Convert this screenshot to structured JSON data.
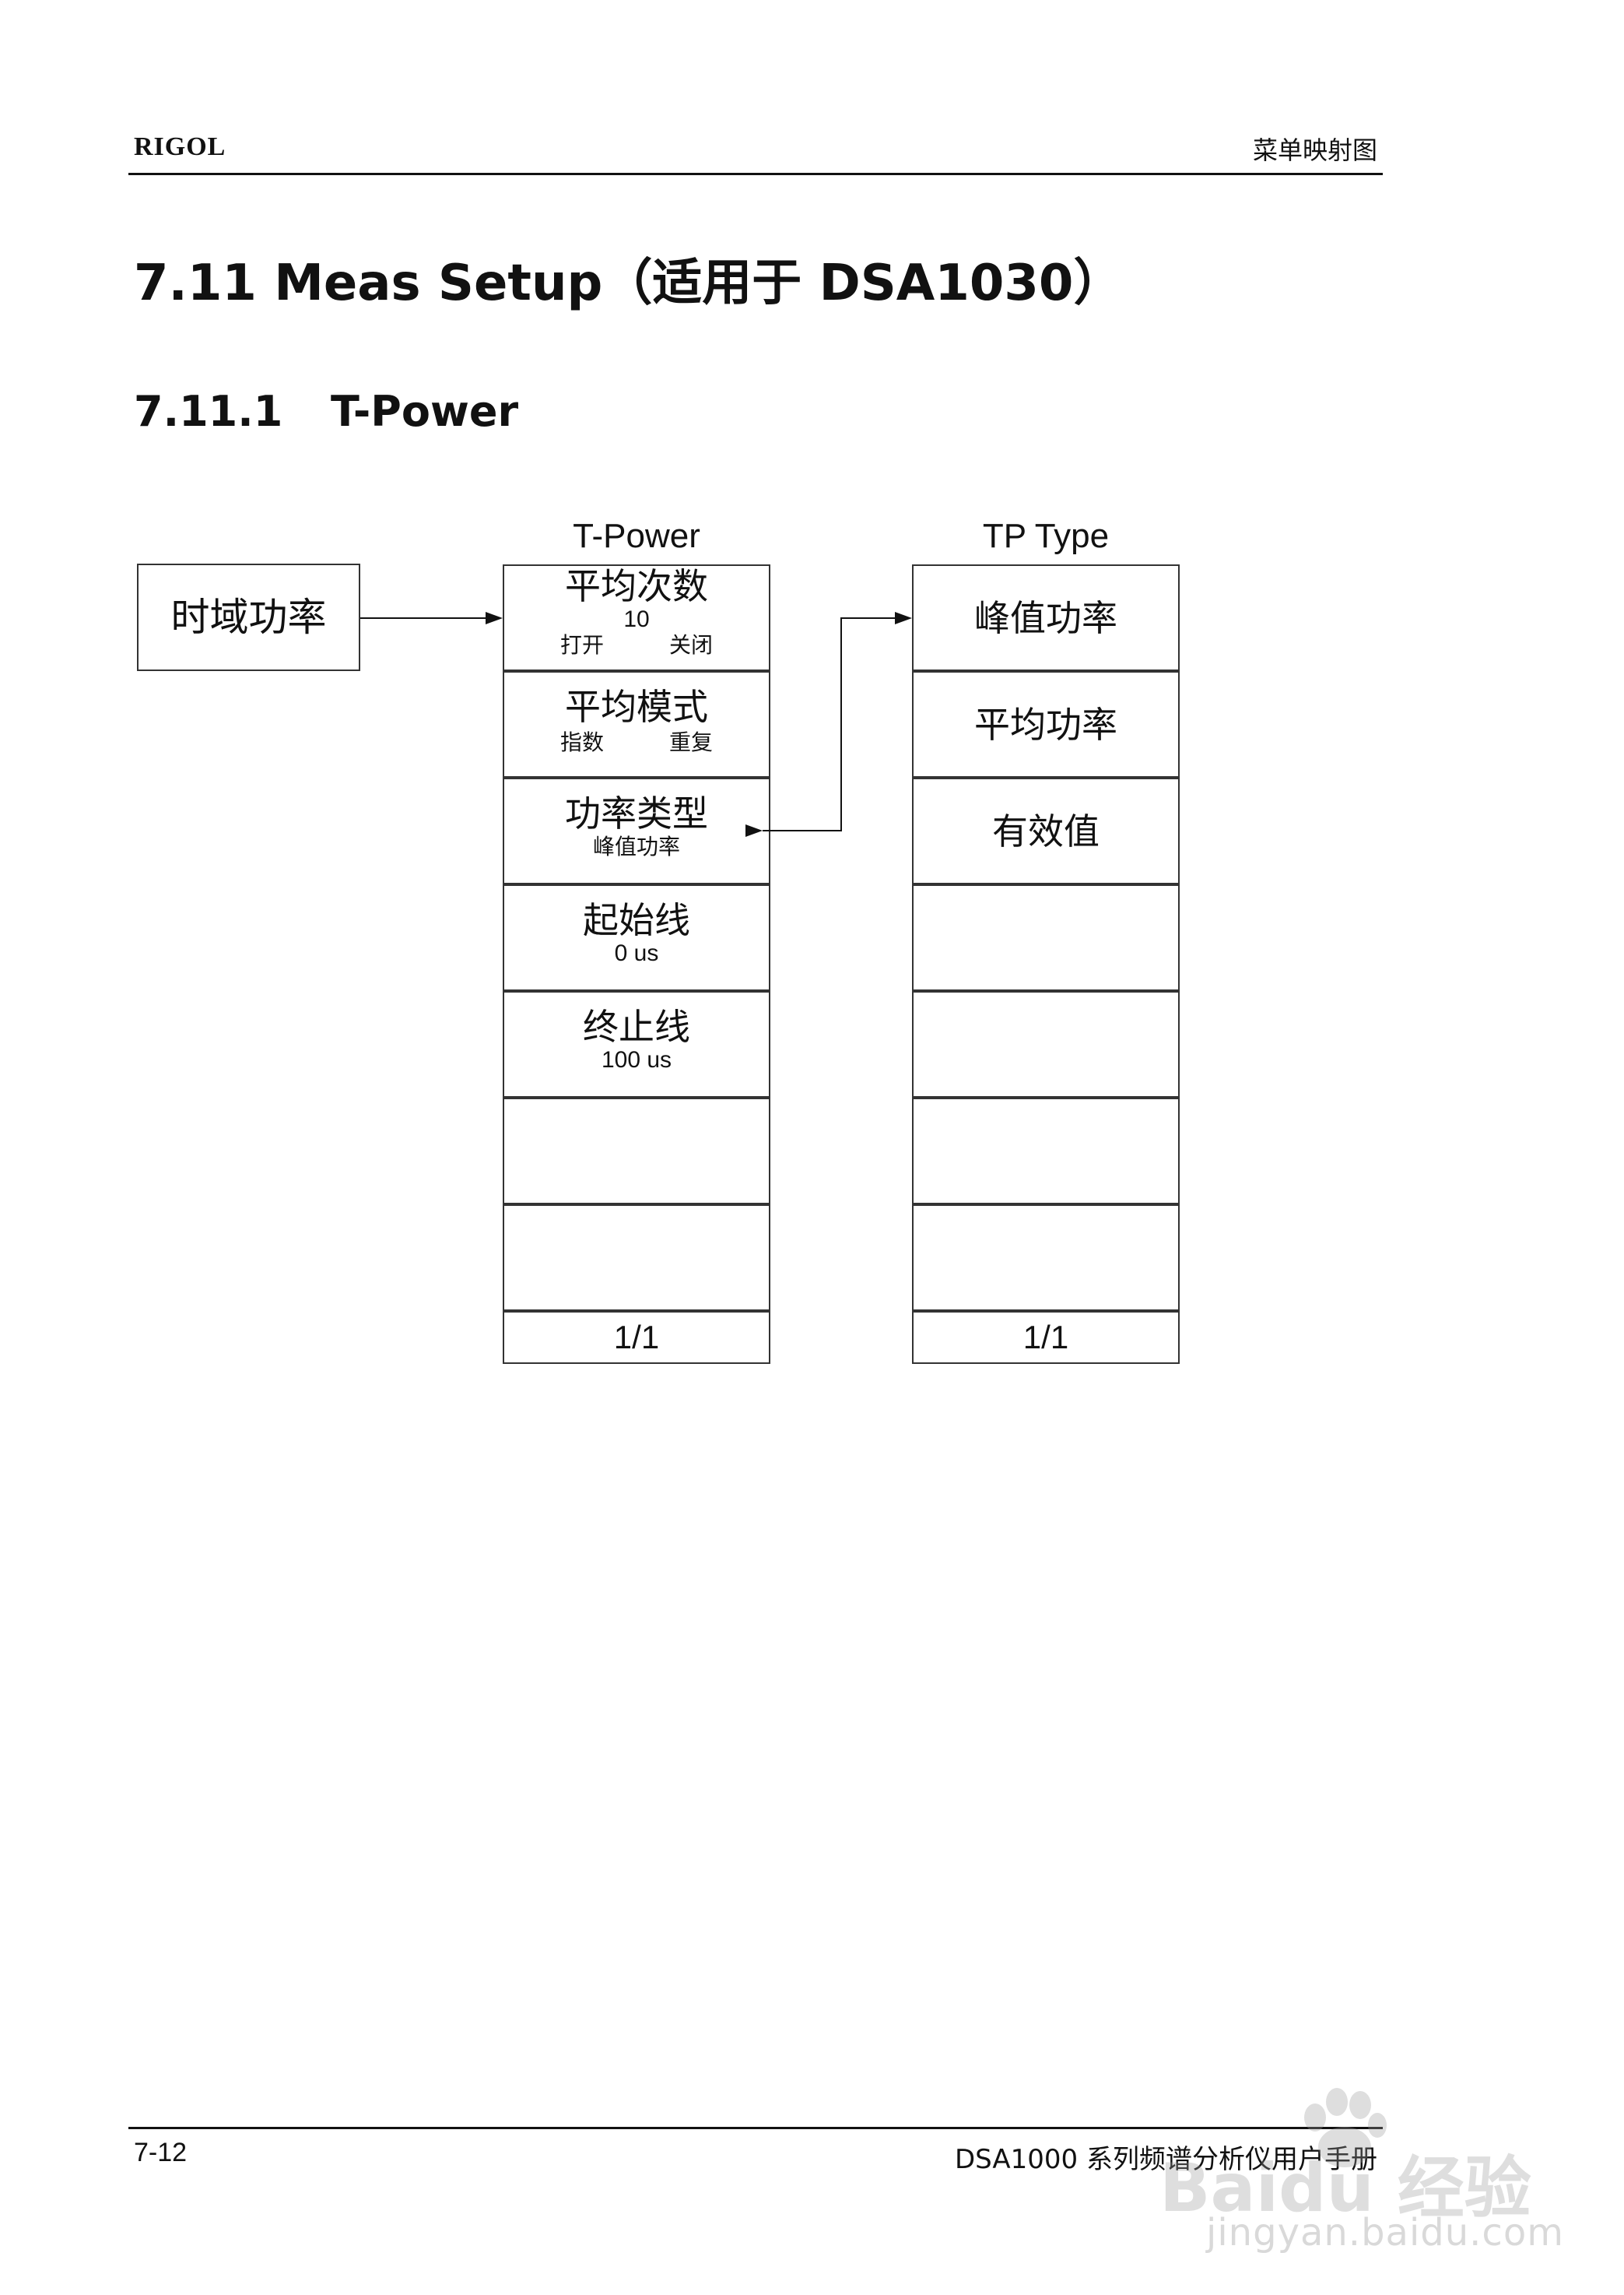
{
  "header": {
    "brand": "RIGOL",
    "section": "菜单映射图"
  },
  "heading": {
    "title": "7.11 Meas Setup（适用于 DSA1030）",
    "sub_num": "7.11.1",
    "sub_title": "T-Power"
  },
  "entry_key": "时域功率",
  "menu_tpower": {
    "title": "T-Power",
    "items": [
      {
        "title": "平均次数",
        "value": "10",
        "opt_a": "打开",
        "opt_b": "关闭"
      },
      {
        "title": "平均模式",
        "opt_a": "指数",
        "opt_b": "重复"
      },
      {
        "title": "功率类型",
        "sub": "峰值功率"
      },
      {
        "title": "起始线",
        "value": "0 us"
      },
      {
        "title": "终止线",
        "value": "100 us"
      },
      {
        "title": ""
      },
      {
        "title": ""
      }
    ],
    "page": "1/1"
  },
  "menu_tptype": {
    "title": "TP Type",
    "items": [
      "峰值功率",
      "平均功率",
      "有效值",
      "",
      "",
      "",
      ""
    ],
    "page": "1/1"
  },
  "footer": {
    "page_no": "7-12",
    "manual": "DSA1000 系列频谱分析仪用户手册"
  },
  "watermark": {
    "brand": "Baidu 经验",
    "url": "jingyan.baidu.com"
  }
}
